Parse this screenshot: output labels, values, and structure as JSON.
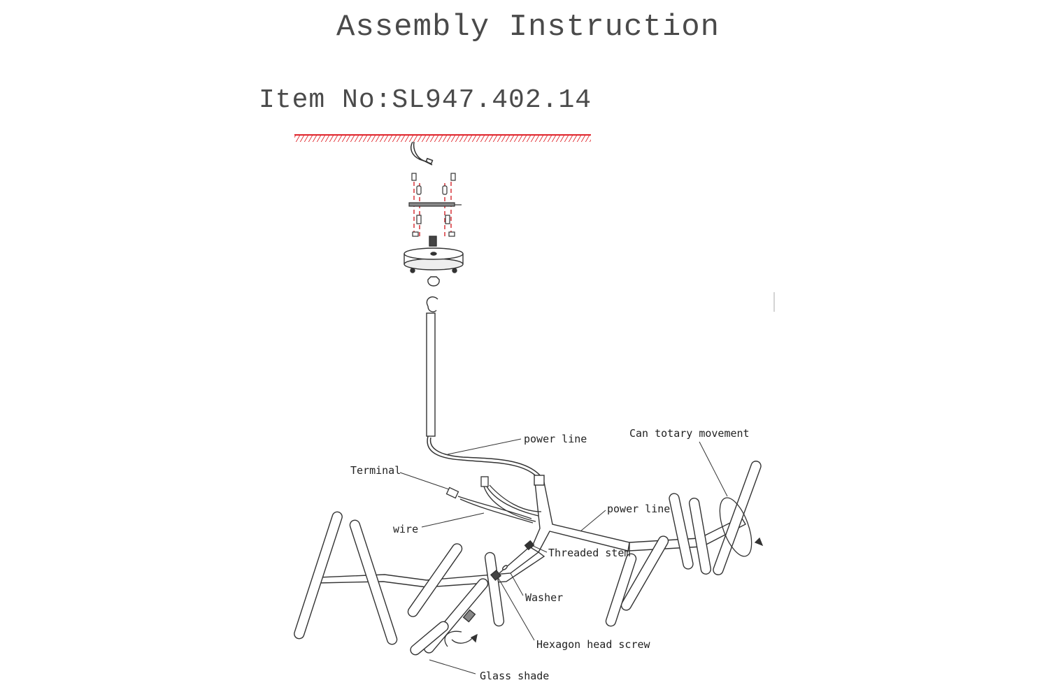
{
  "title": "Assembly Instruction",
  "item_no": "Item No:SL947.402.14",
  "labels": {
    "power_line_1": "power line",
    "can_rotary": "Can totary movement",
    "terminal": "Terminal",
    "power_line_2": "power line",
    "wire": "wire",
    "threaded_stem": "Threaded stem",
    "washer": "Washer",
    "hexagon_screw": "Hexagon head screw",
    "glass_shade": "Glass shade"
  },
  "colors": {
    "ceiling_hatch": "#e0242b",
    "guide_lines": "#d4242b",
    "line_art": "#333333"
  }
}
